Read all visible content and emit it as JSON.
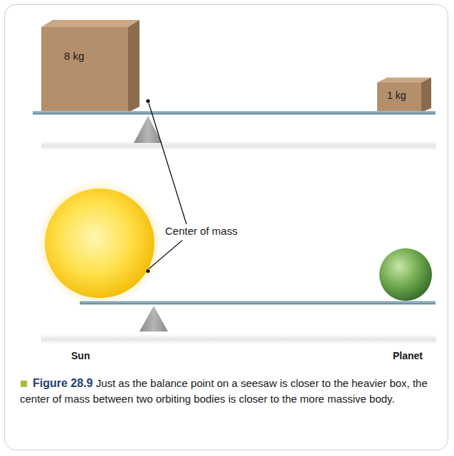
{
  "diagram": {
    "caption": "Figure 28.9 Just as the balance point on a seesaw is closer to the heavier box, the center of mass between two orbiting bodies is closer to the more massive body.",
    "nodes": [
      {
        "text": [
          "8 kg"
        ]
      },
      {
        "text": [
          "1 kg"
        ]
      }
    ],
    "labels": [
      "Center of mass",
      "Sun",
      "Planet"
    ]
  }
}
